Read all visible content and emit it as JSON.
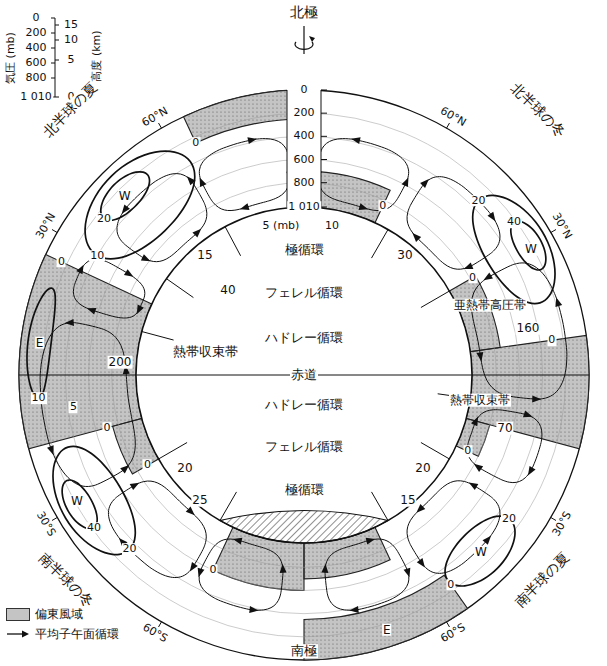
{
  "diagram": {
    "labels": [
      "北極",
      "気圧 (mb)",
      "高度 (km)",
      "0",
      "200",
      "400",
      "600",
      "800",
      "1 010",
      "15",
      "10",
      "5",
      "0",
      "0",
      "200",
      "400",
      "600",
      "800",
      "1 010",
      "5 (mb)",
      "10",
      "60°N",
      "北半球の夏",
      "30°N",
      "60°N",
      "北半球の冬",
      "30°N",
      "30°S",
      "南半球の冬",
      "60°S",
      "60°S",
      "南半球の夏",
      "30°S",
      "極循環",
      "フェレル循環",
      "ハドレー循環",
      "赤道",
      "ハドレー循環",
      "フェレル循環",
      "極循環",
      "熱帯収束帯",
      "亜熱帯高圧帯",
      "熱帯収束帯",
      "15",
      "30",
      "40",
      "160",
      "200",
      "70",
      "20",
      "20",
      "25",
      "15",
      "W",
      "20",
      "10",
      "0",
      "0",
      "E",
      "10",
      "5",
      "0",
      "W",
      "40",
      "20",
      "0",
      "0",
      "W",
      "40",
      "20",
      "0",
      "0",
      "0",
      "W",
      "20",
      "0",
      "E",
      "0",
      "南極"
    ],
    "legend": [
      {
        "text": "偏東風域",
        "color": "#c4c4c4"
      },
      {
        "text": "平均子午面循環"
      }
    ]
  }
}
